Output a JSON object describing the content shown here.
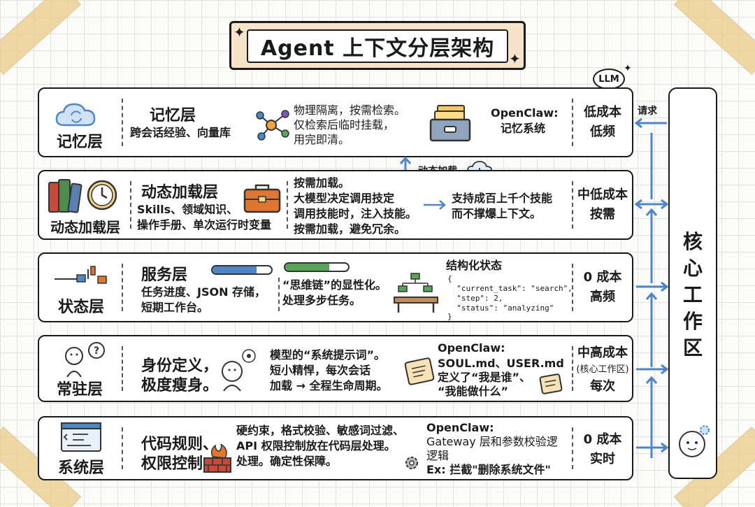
{
  "title": "Agent 上下文分层架构",
  "llm_badge": "LLM",
  "core": {
    "label_chars": [
      "核",
      "心",
      "工",
      "作",
      "区"
    ],
    "request_label": "请求"
  },
  "dynamic_load_label": "动态加载",
  "layers": [
    {
      "side": "记忆层",
      "head": "记忆层",
      "desc": [
        "跨会话经验、向量库"
      ],
      "detail": [
        "物理隔离，按需检索。",
        "仅检索后临时挂载，",
        "用完即清。"
      ],
      "note": [
        "OpenClaw:",
        "记忆系统"
      ],
      "cost": [
        "低成本",
        "低频"
      ],
      "icons": [
        "cloud-sync-icon",
        "network-nodes-icon",
        "file-box-icon"
      ]
    },
    {
      "side": "动态加载层",
      "head": "动态加载层",
      "desc": [
        "Skills、领域知识、",
        "操作手册、单次运行时变量"
      ],
      "detail": [
        "按需加载。",
        "大模型决定调用技定",
        "调用技能时，注入技能。",
        "按需加载，避免冗余。"
      ],
      "note": [
        "支持成百上千个技能",
        "而不撑爆上下文。"
      ],
      "cost": [
        "中低成本",
        "按需"
      ],
      "icons": [
        "books-icon",
        "clock-icon",
        "toolbox-icon"
      ]
    },
    {
      "side": "状态层",
      "head": "服务层",
      "desc": [
        "任务进度、JSON 存储，",
        "短期工作台。"
      ],
      "detail": [
        "“思维链”的显性化。",
        "处理多步任务。"
      ],
      "note_title": "结构化状态",
      "json_lines": [
        "{",
        "  \"current_task\": \"search\",",
        "  \"step\": 2,",
        "  \"status\": \"analyzing\"",
        "}"
      ],
      "cost": [
        "0 成本",
        "高频"
      ],
      "progress": [
        0.75,
        0.7
      ],
      "icons": [
        "timeline-icon",
        "flowchart-desk-icon"
      ]
    },
    {
      "side": "常驻层",
      "head": "身份定义，",
      "head2": "极度瘦身。",
      "detail": [
        "模型的“系统提示词”。",
        "短小精悍，每次会话",
        "加载 → 全程生命周期。"
      ],
      "note": [
        "OpenClaw:",
        "SOUL.md、USER.md",
        "定义了“我是谁”、",
        "“我能做什么”"
      ],
      "cost": [
        "中高成本",
        "(核心工作区)",
        "每次"
      ],
      "icons": [
        "thinking-person-icon",
        "thinking-figure-icon",
        "scroll-icon"
      ]
    },
    {
      "side": "系统层",
      "head": "代码规则、",
      "head2": "权限控制",
      "detail": [
        "硬约束，格式校验、敏感词过滤、",
        "API 权限控制放在代码层处理。",
        "处理。确定性保障。"
      ],
      "note": [
        "OpenClaw:",
        "Gateway 层和参数校验逻",
        "逻辑",
        "Ex: 拦截\"删除系统文件\""
      ],
      "cost": [
        "0 成本",
        "实时"
      ],
      "icons": [
        "code-window-icon",
        "firewall-icon",
        "gear-icon"
      ]
    }
  ],
  "colors": {
    "blue": "#4f86c6",
    "green": "#5aa35a",
    "orange": "#e0762f",
    "tan": "#f7e3c7"
  }
}
